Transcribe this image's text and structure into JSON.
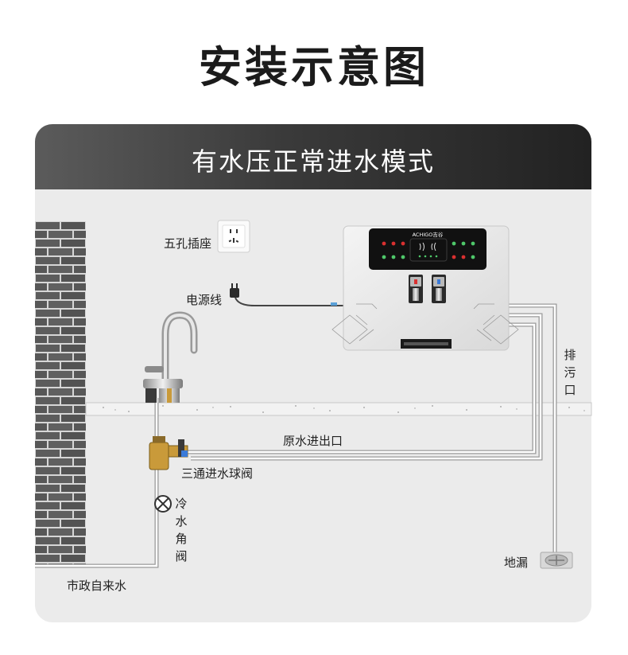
{
  "page": {
    "title": "安装示意图",
    "banner": "有水压正常进水模式"
  },
  "labels": {
    "socket": "五孔插座",
    "power_cord": "电源线",
    "drain_outlet": "排污口",
    "raw_water_io": "原水进出口",
    "three_way_valve": "三通进水球阀",
    "cold_angle_valve": "冷水角阀",
    "floor_drain": "地漏",
    "city_water": "市政自来水"
  },
  "device": {
    "brand": "ACHIGO吉谷"
  },
  "colors": {
    "banner_dark": "#2a2a2a",
    "card_bg": "#ebebeb",
    "brick": "#5a5a5a",
    "device_panel": "#111111",
    "valve_brass": "#c99a3a"
  }
}
